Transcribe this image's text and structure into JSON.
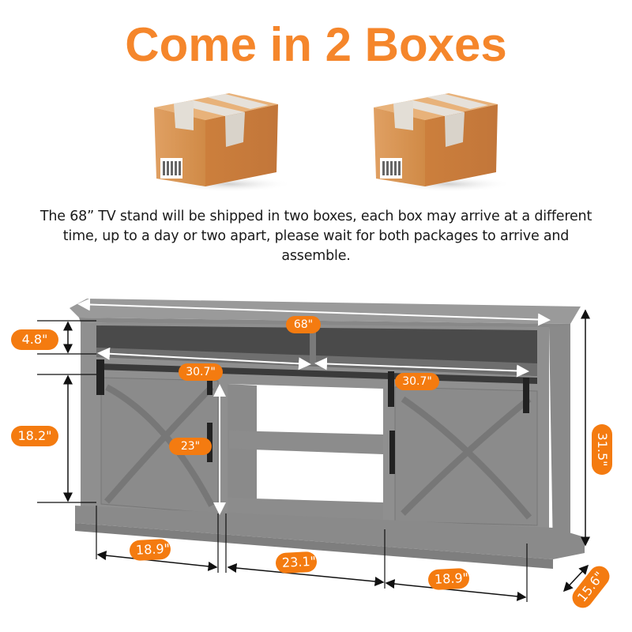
{
  "headline": "Come in 2 Boxes",
  "boxes": [
    {
      "label": "box-1",
      "icon": "shipping-box-icon"
    },
    {
      "label": "box-2",
      "icon": "shipping-box-icon"
    }
  ],
  "description": "The 68” TV stand will be shipped in two boxes, each box may arrive at a different time, up to a day or two apart, please wait for both packages to arrive and assemble.",
  "colors": {
    "headline": "#F5862B",
    "badge": "#F47B10",
    "box": "#D9914E",
    "wood": "#8E8E8E"
  },
  "dimensions": {
    "width_total": "68\"",
    "top_opening_height": "4.8\"",
    "top_shelf_left_width": "30.7\"",
    "top_shelf_right_width": "30.7\"",
    "door_height": "18.2\"",
    "center_opening_height": "23\"",
    "total_height": "31.5\"",
    "left_cabinet_width": "18.9\"",
    "center_width": "23.1\"",
    "right_cabinet_width": "18.9\"",
    "depth": "15.6\""
  }
}
